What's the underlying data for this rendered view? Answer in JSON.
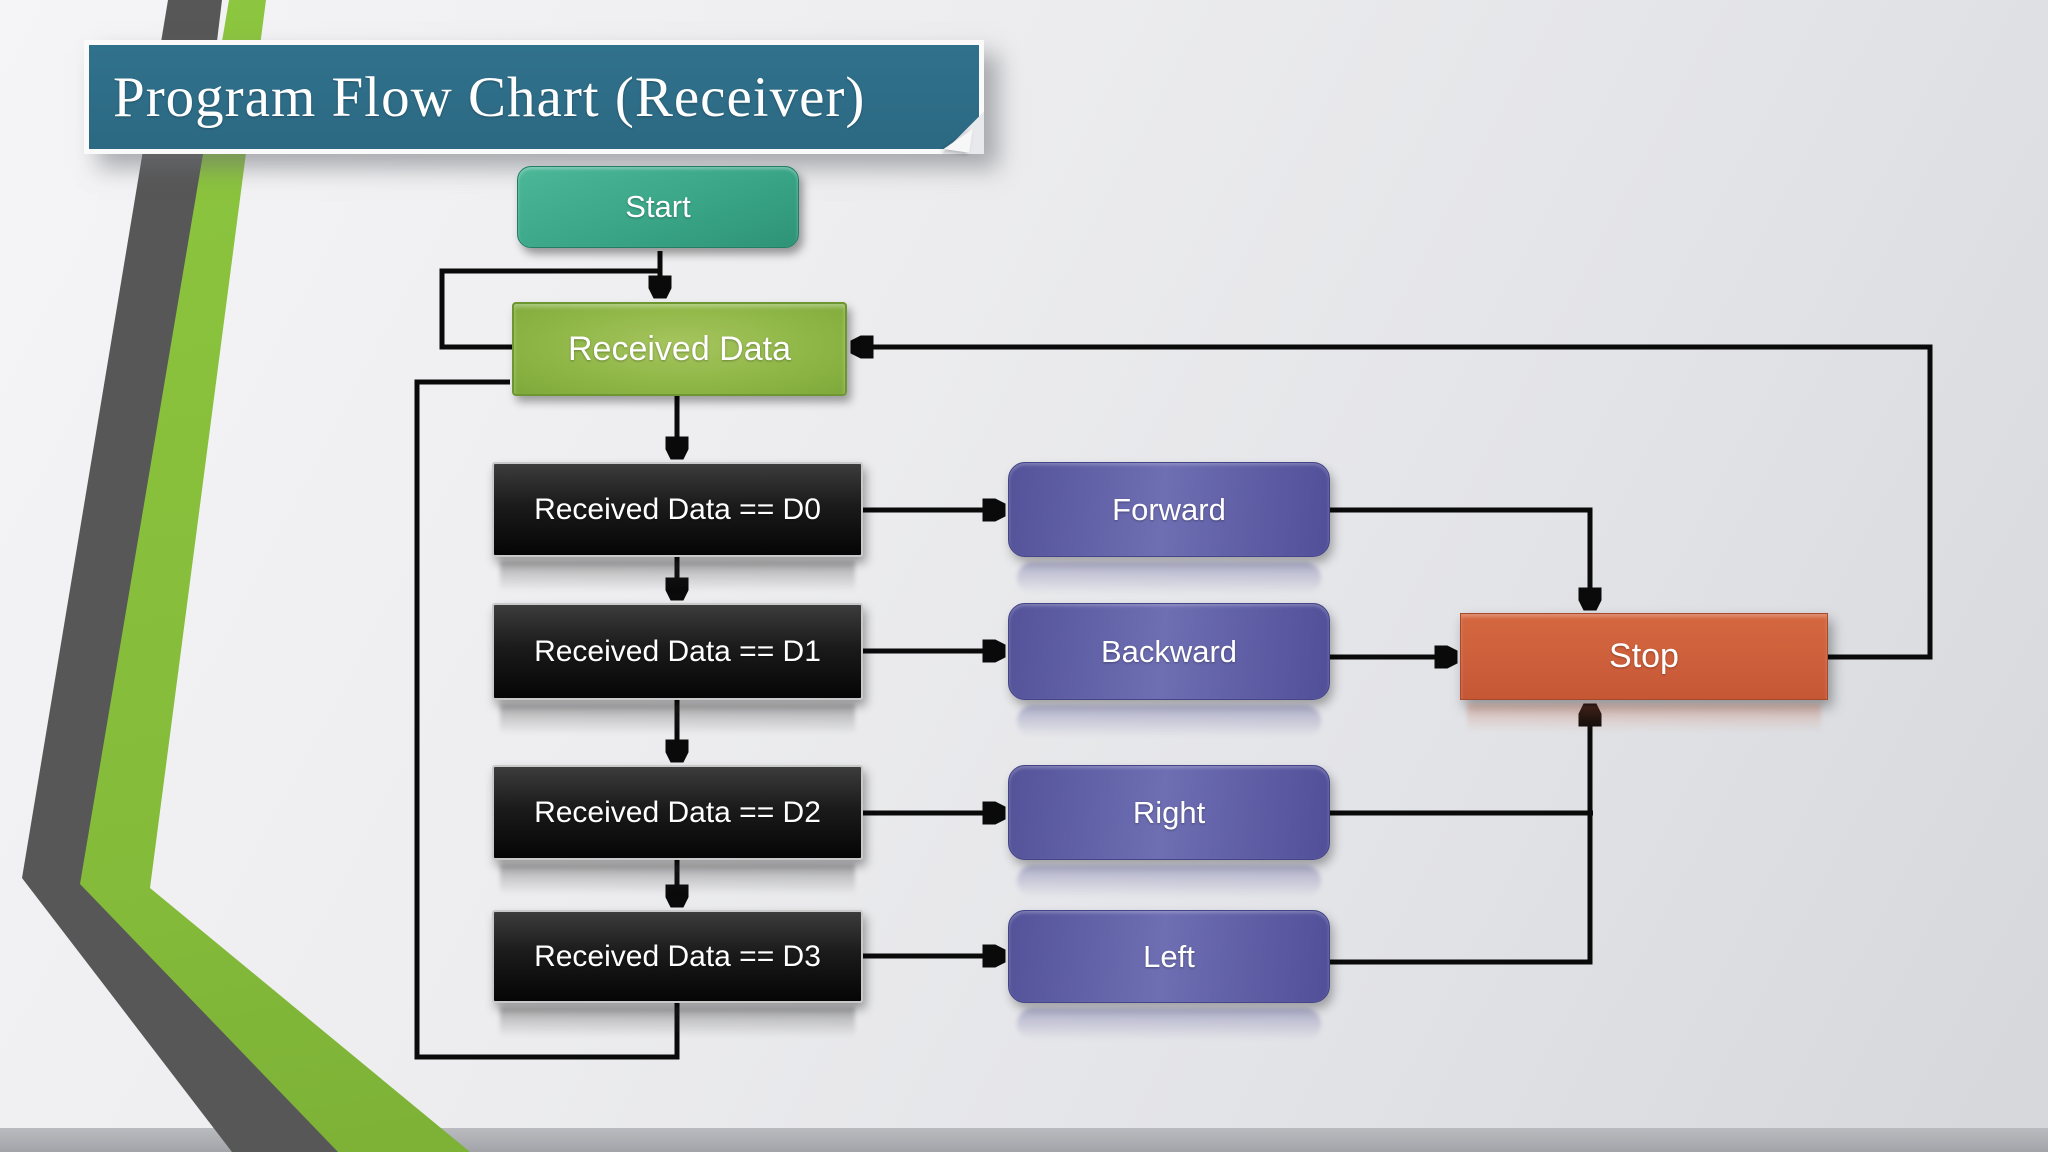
{
  "slide": {
    "title": "Program Flow Chart (Receiver)",
    "title_bg_color": "#2d6b85",
    "accent_green": "#8dc63f",
    "accent_gray": "#575757",
    "background_color": "#e9eaec"
  },
  "nodes": {
    "start": {
      "label": "Start",
      "color": "#3aa587",
      "shape": "rounded"
    },
    "received": {
      "label": "Received Data",
      "color": "#8fb747",
      "shape": "rectangle"
    },
    "d0": {
      "label": "Received Data == D0",
      "color": "#1b1b1b",
      "shape": "rectangle"
    },
    "d1": {
      "label": "Received Data == D1",
      "color": "#1b1b1b",
      "shape": "rectangle"
    },
    "d2": {
      "label": "Received Data == D2",
      "color": "#1b1b1b",
      "shape": "rectangle"
    },
    "d3": {
      "label": "Received Data == D3",
      "color": "#1b1b1b",
      "shape": "rectangle"
    },
    "forward": {
      "label": "Forward",
      "color": "#5f5ea5",
      "shape": "rounded"
    },
    "backward": {
      "label": "Backward",
      "color": "#5f5ea5",
      "shape": "rounded"
    },
    "right": {
      "label": "Right",
      "color": "#5f5ea5",
      "shape": "rounded"
    },
    "left": {
      "label": "Left",
      "color": "#5f5ea5",
      "shape": "rounded"
    },
    "stop": {
      "label": "Stop",
      "color": "#cd5e3b",
      "shape": "rectangle"
    }
  },
  "edges": [
    {
      "from": "start",
      "to": "received",
      "arrow": true
    },
    {
      "from": "received",
      "to": "received",
      "arrow": false,
      "note": "left self-loop rejoining the Start arrow"
    },
    {
      "from": "received",
      "to": "d0",
      "arrow": true
    },
    {
      "from": "d0",
      "to": "d1",
      "arrow": true
    },
    {
      "from": "d1",
      "to": "d2",
      "arrow": true
    },
    {
      "from": "d2",
      "to": "d3",
      "arrow": true
    },
    {
      "from": "d0",
      "to": "forward",
      "arrow": true
    },
    {
      "from": "d1",
      "to": "backward",
      "arrow": true
    },
    {
      "from": "d2",
      "to": "right",
      "arrow": true
    },
    {
      "from": "d3",
      "to": "left",
      "arrow": true
    },
    {
      "from": "forward",
      "to": "stop",
      "arrow": true
    },
    {
      "from": "backward",
      "to": "stop",
      "arrow": true
    },
    {
      "from": "right",
      "to": "stop",
      "arrow": true
    },
    {
      "from": "left",
      "to": "stop",
      "arrow": true
    },
    {
      "from": "stop",
      "to": "received",
      "arrow": true
    },
    {
      "from": "d3",
      "to": "received",
      "arrow": false,
      "note": "no-match loop along bottom and left"
    }
  ]
}
